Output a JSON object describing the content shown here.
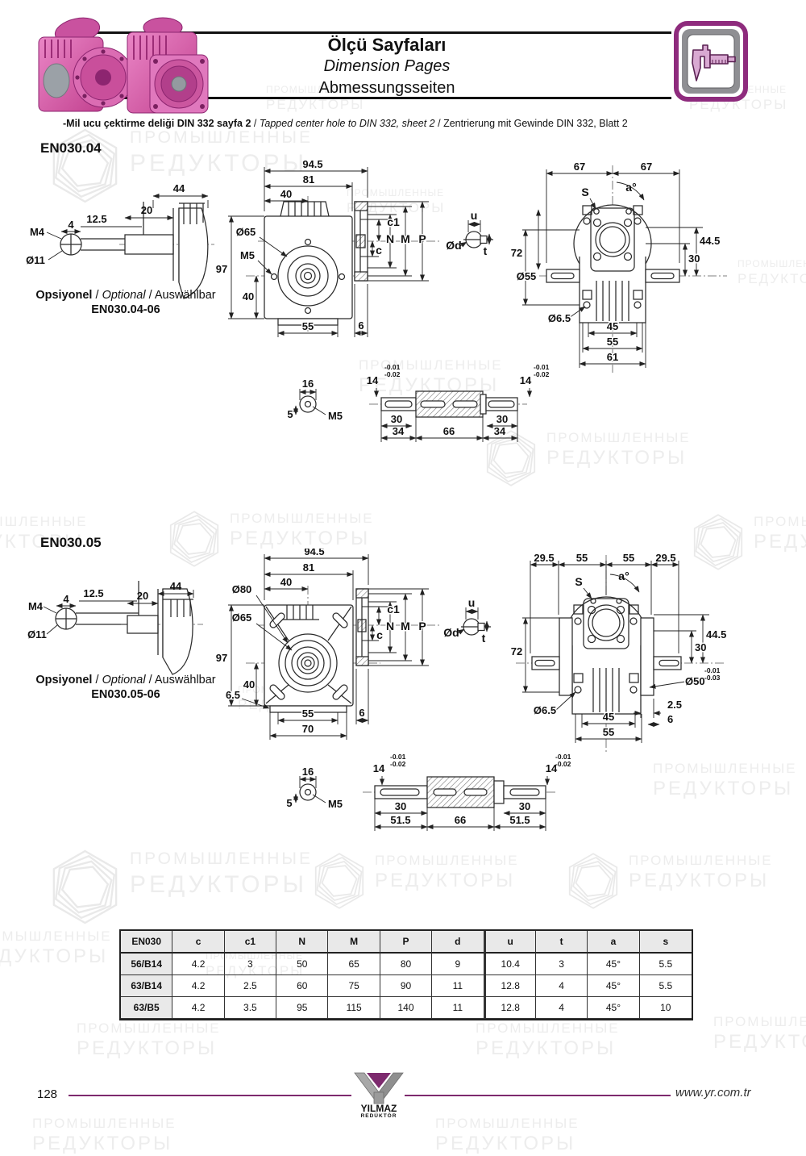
{
  "watermark": {
    "line1": "ПРОМЫШЛЕННЫЕ",
    "line2": "РЕДУКТОРЫ"
  },
  "header": {
    "title_tr": "Ölçü Sayfaları",
    "title_en": "Dimension Pages",
    "title_de": "Abmessungsseiten"
  },
  "note": {
    "tr": "-Mil ucu çektirme deliği DIN 332 sayfa 2",
    "sep1": "/",
    "en": "Tapped center hole to DIN 332, sheet 2",
    "sep2": "/",
    "de": "Zentrierung mit Gewinde DIN 332, Blatt 2"
  },
  "s04": {
    "heading": "EN030.04",
    "optional": {
      "tr": "Opsiyonel",
      "en": "Optional",
      "de": "Auswählbar",
      "code": "EN030.04-06"
    },
    "input": {
      "m4": "M4",
      "l4": "4",
      "l125": "12.5",
      "o11": "Ø11"
    },
    "adapter": {
      "l20": "20",
      "l44": "44"
    },
    "front": {
      "w945": "94.5",
      "w81": "81",
      "w40": "40",
      "o65": "Ø65",
      "m5": "M5",
      "h97": "97",
      "h40": "40",
      "c1": "c1",
      "N": "N",
      "M": "M",
      "P": "P",
      "c": "c",
      "b55": "55",
      "b6": "6"
    },
    "side": {
      "t67a": "67",
      "t67b": "67",
      "S": "S",
      "a": "a°",
      "u": "u",
      "od": "Ød",
      "t": "t",
      "h72": "72",
      "o55": "Ø55",
      "o65": "Ø6.5",
      "r445": "44.5",
      "r30": "30",
      "b45": "45",
      "b55": "55",
      "b61": "61"
    },
    "shaft": {
      "l16": "16",
      "l5": "5",
      "m5": "M5",
      "l14": "14",
      "tolu": "-0.01",
      "toll": "-0.02",
      "l30": "30",
      "l34a": "34",
      "l66": "66",
      "l34b": "34"
    }
  },
  "s05": {
    "heading": "EN030.05",
    "optional": {
      "tr": "Opsiyonel",
      "en": "Optional",
      "de": "Auswählbar",
      "code": "EN030.05-06"
    },
    "input": {
      "m4": "M4",
      "l4": "4",
      "l125": "12.5",
      "o11": "Ø11"
    },
    "adapter": {
      "l20": "20",
      "l44": "44"
    },
    "front": {
      "w945": "94.5",
      "w81": "81",
      "w40": "40",
      "o80": "Ø80",
      "o65": "Ø65",
      "h97": "97",
      "h40": "40",
      "l65": "6.5",
      "c1": "c1",
      "N": "N",
      "M": "M",
      "P": "P",
      "c": "c",
      "b55": "55",
      "b6": "6",
      "b70": "70"
    },
    "side": {
      "t295a": "29.5",
      "t55a": "55",
      "t55b": "55",
      "t295b": "29.5",
      "S": "S",
      "a": "a°",
      "u": "u",
      "od": "Ød",
      "t": "t",
      "h72": "72",
      "o65": "Ø6.5",
      "r445": "44.5",
      "r30": "30",
      "o50": "Ø50",
      "tolu": "-0.01",
      "toll": "-0.03",
      "r25": "2.5",
      "r6": "6",
      "b45": "45",
      "b55": "55"
    },
    "shaft": {
      "l16": "16",
      "l5": "5",
      "m5": "M5",
      "l14": "14",
      "tolu": "-0.01",
      "toll": "-0.02",
      "l30": "30",
      "l515a": "51.5",
      "l66": "66",
      "l515b": "51.5"
    }
  },
  "table": {
    "headers": [
      "EN030",
      "c",
      "c1",
      "N",
      "M",
      "P",
      "d",
      "u",
      "t",
      "a",
      "s"
    ],
    "rows": [
      [
        "56/B14",
        "4.2",
        "3",
        "50",
        "65",
        "80",
        "9",
        "10.4",
        "3",
        "45°",
        "5.5"
      ],
      [
        "63/B14",
        "4.2",
        "2.5",
        "60",
        "75",
        "90",
        "11",
        "12.8",
        "4",
        "45°",
        "5.5"
      ],
      [
        "63/B5",
        "4.2",
        "3.5",
        "95",
        "115",
        "140",
        "11",
        "12.8",
        "4",
        "45°",
        "10"
      ]
    ]
  },
  "footer": {
    "page": "128",
    "url": "www.yr.com.tr",
    "logo_name": "YILMAZ",
    "logo_sub": "REDÜKTÖR"
  }
}
